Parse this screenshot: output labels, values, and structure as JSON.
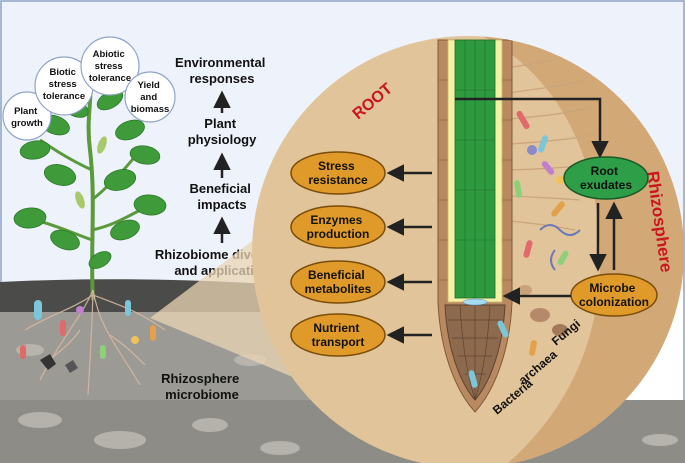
{
  "plant_traits": {
    "plant_growth": [
      "Plant",
      "growth"
    ],
    "biotic": [
      "Biotic",
      "stress",
      "tolerance"
    ],
    "abiotic": [
      "Abiotic",
      "stress",
      "tolerance"
    ],
    "yield": [
      "Yield",
      "and",
      "biomass"
    ]
  },
  "flow": {
    "environmental": [
      "Environmental",
      "responses"
    ],
    "physiology": [
      "Plant",
      "physiology"
    ],
    "beneficial": [
      "Beneficial",
      "impacts"
    ],
    "rhizobiome": [
      "Rhizobiome diversity",
      "and application"
    ]
  },
  "soil_label": [
    "Rhizosphere",
    "microbiome"
  ],
  "circle": {
    "root_title": "ROOT",
    "rhizosphere_title": "Rhizosphere",
    "functions": {
      "stress": [
        "Stress",
        "resistance"
      ],
      "enzymes": [
        "Enzymes",
        "production"
      ],
      "metabolites": [
        "Beneficial",
        "metabolites"
      ],
      "nutrient": [
        "Nutrient",
        "transport"
      ]
    },
    "root_exudates": [
      "Root",
      "exudates"
    ],
    "microbe_colonization": [
      "Microbe",
      "colonization"
    ],
    "microbes": {
      "fungi": "Fungi",
      "archaea": "archaea",
      "bacteria": "Bacteria"
    }
  },
  "colors": {
    "sky": "#eef2fa",
    "soil_dark": "#4a4a4a",
    "soil_mid": "#9b9b96",
    "circle_fill": "#e2c49a",
    "rhizo_fill": "#d2a877",
    "oval_fill": "#e09a2a",
    "root_exudates_fill": "#2f9e48",
    "title_red": "#c8171d",
    "leaf": "#3f9a3a"
  }
}
